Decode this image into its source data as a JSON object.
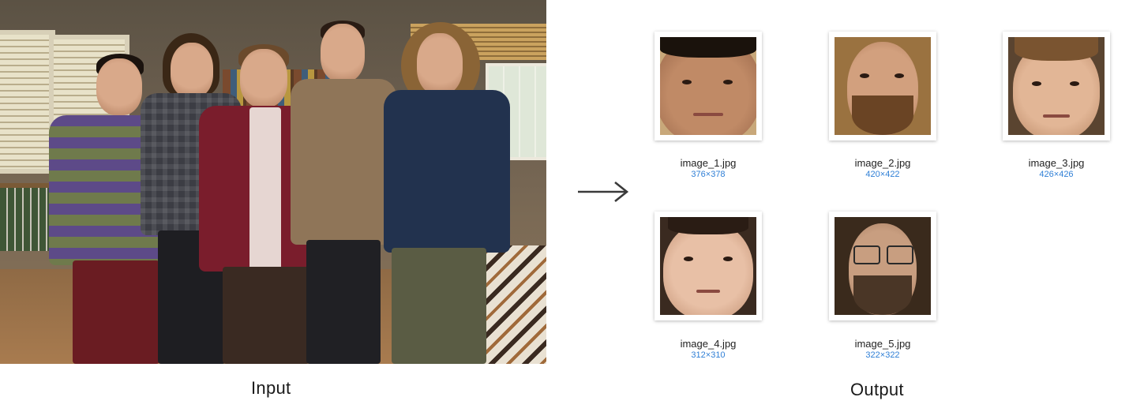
{
  "input": {
    "caption": "Input"
  },
  "output": {
    "caption": "Output",
    "files": [
      {
        "name": "image_1.jpg",
        "dims": "376×378",
        "icon": "face-thumbnail-icon"
      },
      {
        "name": "image_2.jpg",
        "dims": "420×422",
        "icon": "face-thumbnail-icon"
      },
      {
        "name": "image_3.jpg",
        "dims": "426×426",
        "icon": "face-thumbnail-icon"
      },
      {
        "name": "image_4.jpg",
        "dims": "312×310",
        "icon": "face-thumbnail-icon"
      },
      {
        "name": "image_5.jpg",
        "dims": "322×322",
        "icon": "face-thumbnail-icon"
      }
    ]
  },
  "arrow_icon": "right-arrow-icon",
  "colors": {
    "dims_text": "#2f7fd6",
    "name_text": "#222222",
    "caption_text": "#1a1a1a"
  }
}
